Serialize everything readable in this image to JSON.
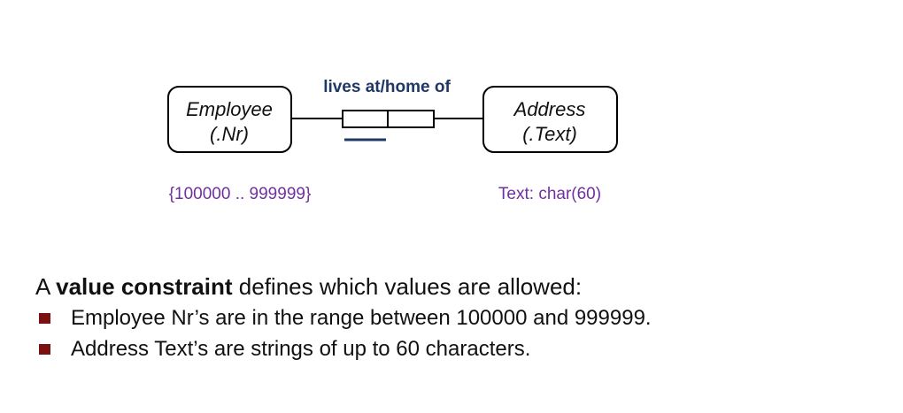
{
  "diagram": {
    "entity_left": {
      "name": "Employee",
      "ref_mode": "(.Nr)"
    },
    "entity_right": {
      "name": "Address",
      "ref_mode": "(.Text)"
    },
    "fact_type": {
      "reading": "lives at/home of"
    },
    "constraints": {
      "left": "{100000 .. 999999}",
      "right": "Text: char(60)"
    },
    "colors": {
      "reading": "#1f3864",
      "constraint": "#7030a0",
      "uniqueness_bar": "#1f3864",
      "bullet": "#7a1010"
    }
  },
  "explanation": {
    "intro_prefix": "A ",
    "intro_bold": "value constraint",
    "intro_suffix": " defines which values are allowed:",
    "bullets": [
      "Employee Nr’s are in the range between 100000 and 999999.",
      "Address Text’s are strings of up to 60 characters."
    ]
  }
}
